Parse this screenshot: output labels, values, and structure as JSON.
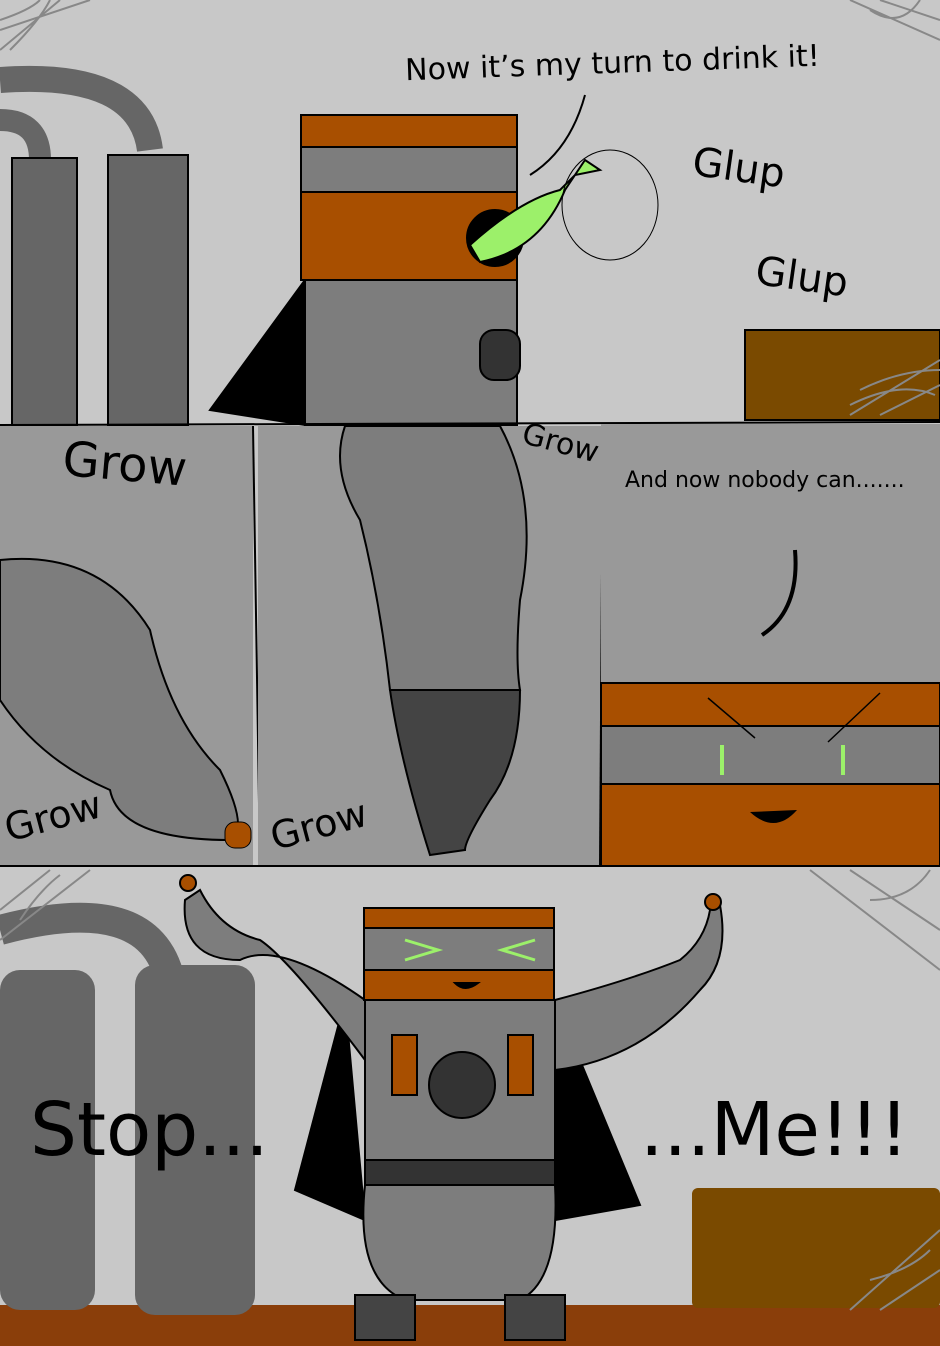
{
  "colors": {
    "background": "#c8c8c8",
    "panel_gray": "#9a9a9a",
    "robot_orange": "#a84f00",
    "crate_brown": "#7a4a00",
    "potion_green": "#9cf06a",
    "floor": "#8a3e0a"
  },
  "panel1": {
    "speech": "Now it’s my turn to drink it!",
    "sfx_1": "Glup",
    "sfx_2": "Glup"
  },
  "panel2": {
    "sfx_1": "Grow",
    "sfx_2": "Grow"
  },
  "panel3": {
    "sfx_1": "Grow",
    "sfx_2": "Grow"
  },
  "panel4": {
    "caption": "And now nobody can......."
  },
  "panel5": {
    "speech_left": "Stop...",
    "speech_right": "...Me!!!"
  }
}
